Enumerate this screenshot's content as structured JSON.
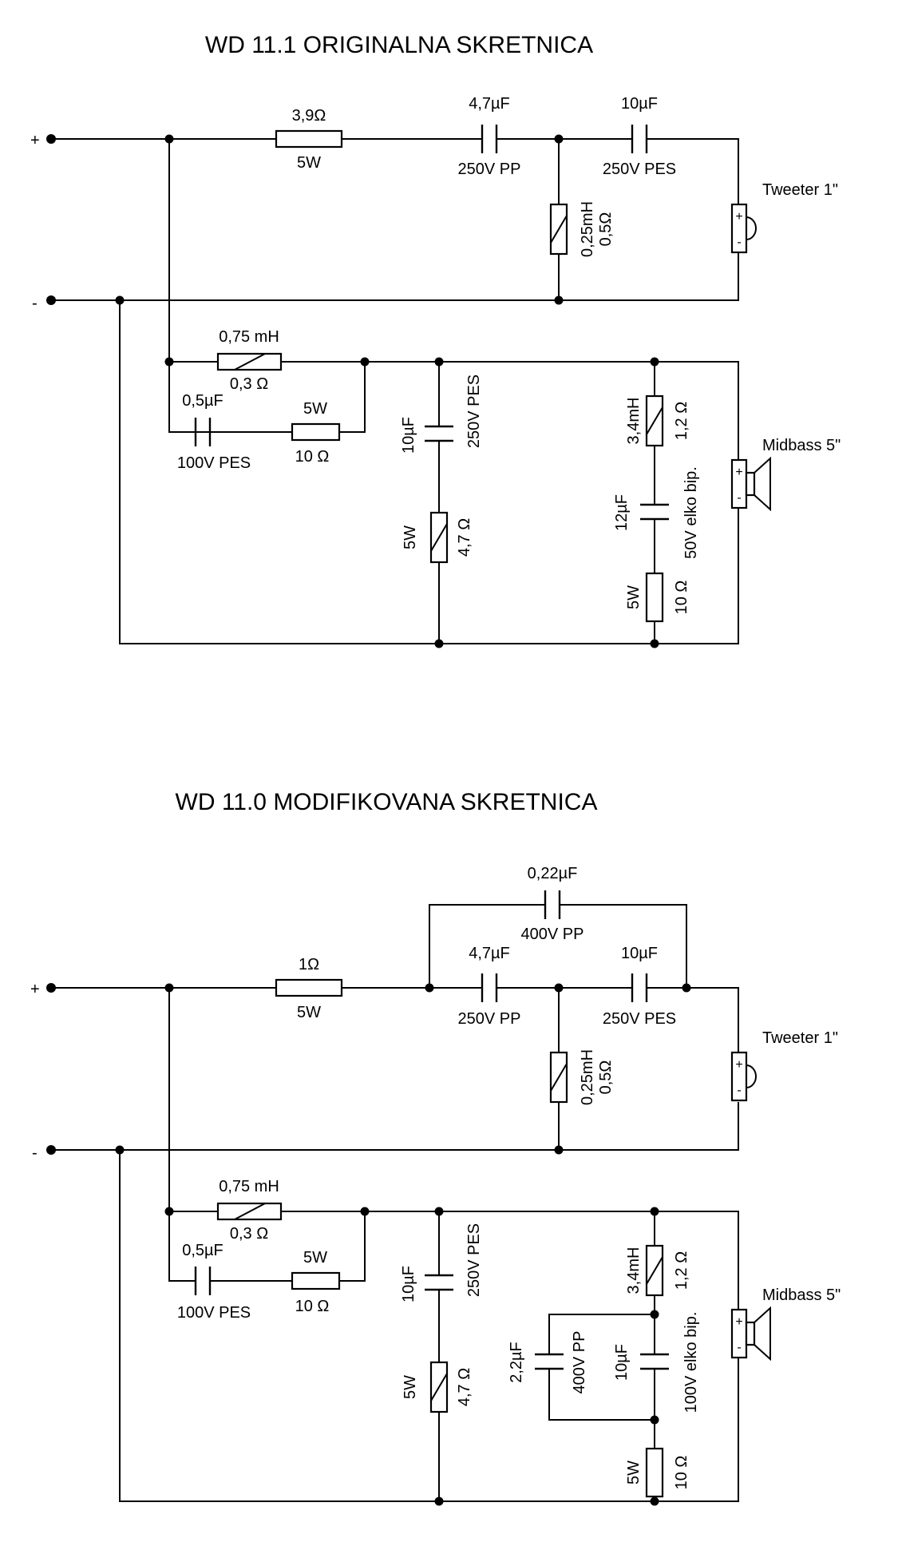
{
  "circuit_original": {
    "title": "WD 11.1 ORIGINALNA SKRETNICA",
    "terminal_plus": "+",
    "terminal_minus": "-",
    "r_series": {
      "value": "3,9Ω",
      "power": "5W"
    },
    "c_tweeter_1": {
      "value": "4,7µF",
      "type": "250V PP"
    },
    "c_tweeter_2": {
      "value": "10µF",
      "type": "250V PES"
    },
    "l_tweeter": {
      "value": "0,25mH",
      "resistance": "0,5Ω"
    },
    "tweeter": {
      "label": "Tweeter 1\"",
      "plus": "+",
      "minus": "-"
    },
    "l_mid": {
      "value": "0,75 mH",
      "resistance": "0,3 Ω"
    },
    "c_mid_parallel": {
      "value": "0,5µF",
      "type": "100V PES"
    },
    "r_mid_parallel": {
      "power": "5W",
      "value": "10 Ω"
    },
    "c_shunt": {
      "value": "10µF",
      "type": "250V PES"
    },
    "r_shunt": {
      "power": "5W",
      "value": "4,7 Ω"
    },
    "l_notch": {
      "value": "3,4mH",
      "resistance": "1,2 Ω"
    },
    "c_notch": {
      "value": "12µF",
      "type": "50V elko bip."
    },
    "r_notch": {
      "power": "5W",
      "value": "10 Ω"
    },
    "midbass": {
      "label": "Midbass 5\"",
      "plus": "+",
      "minus": "-"
    }
  },
  "circuit_modified": {
    "title": "WD 11.0 MODIFIKOVANA SKRETNICA",
    "terminal_plus": "+",
    "terminal_minus": "-",
    "c_bypass": {
      "value": "0,22µF",
      "type": "400V PP"
    },
    "r_series": {
      "value": "1Ω",
      "power": "5W"
    },
    "c_tweeter_1": {
      "value": "4,7µF",
      "type": "250V PP"
    },
    "c_tweeter_2": {
      "value": "10µF",
      "type": "250V PES"
    },
    "l_tweeter": {
      "value": "0,25mH",
      "resistance": "0,5Ω"
    },
    "tweeter": {
      "label": "Tweeter 1\"",
      "plus": "+",
      "minus": "-"
    },
    "l_mid": {
      "value": "0,75 mH",
      "resistance": "0,3 Ω"
    },
    "c_mid_parallel": {
      "value": "0,5µF",
      "type": "100V PES"
    },
    "r_mid_parallel": {
      "power": "5W",
      "value": "10 Ω"
    },
    "c_shunt": {
      "value": "10µF",
      "type": "250V PES"
    },
    "r_shunt": {
      "power": "5W",
      "value": "4,7 Ω"
    },
    "l_notch": {
      "value": "3,4mH",
      "resistance": "1,2 Ω"
    },
    "c_notch_parallel": {
      "value": "2,2µF",
      "type": "400V PP"
    },
    "c_notch": {
      "value": "10µF",
      "type": "100V elko bip."
    },
    "r_notch": {
      "power": "5W",
      "value": "10 Ω"
    },
    "midbass": {
      "label": "Midbass 5\"",
      "plus": "+",
      "minus": "-"
    }
  }
}
